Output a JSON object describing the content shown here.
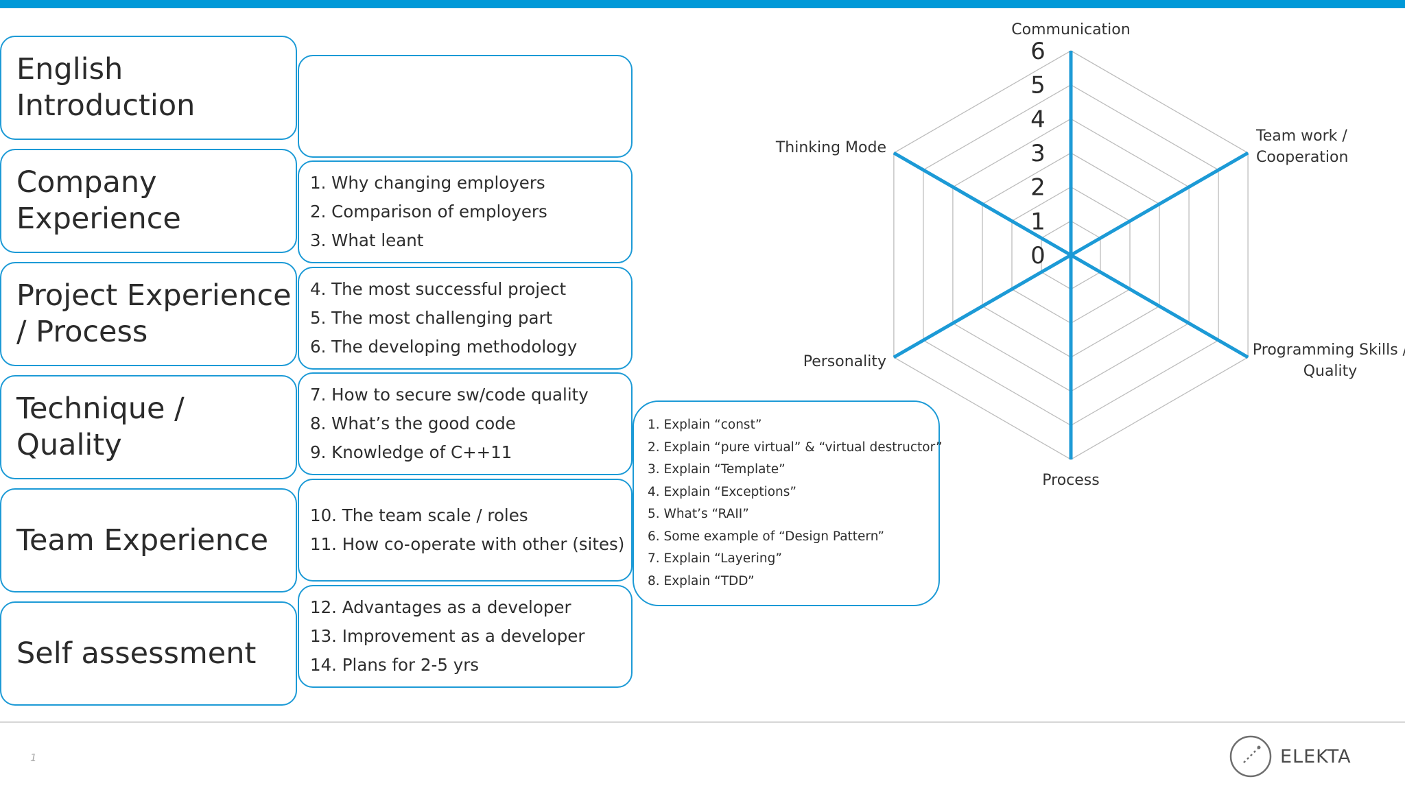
{
  "categories": [
    {
      "label": "English\nIntroduction",
      "items": []
    },
    {
      "label": "Company\nExperience",
      "items": [
        "1. Why changing employers",
        "2. Comparison of employers",
        "3. What leant"
      ]
    },
    {
      "label": "Project Experience\n/ Process",
      "items": [
        "4. The most successful project",
        "5. The most challenging part",
        "6. The developing methodology"
      ]
    },
    {
      "label": "Technique / Quality",
      "items": [
        "7. How to secure sw/code quality",
        "8. What’s the good code",
        "9. Knowledge of C++11"
      ]
    },
    {
      "label": "Team Experience",
      "items": [
        "10. The team scale / roles",
        "11. How co-operate with other (sites)"
      ]
    },
    {
      "label": "Self assessment",
      "items": [
        "12. Advantages as a developer",
        "13. Improvement as a developer",
        "14. Plans for 2-5 yrs"
      ]
    }
  ],
  "technique_details": [
    "1. Explain “const”",
    "2. Explain “pure virtual” & “virtual destructor”",
    "3. Explain “Template”",
    "4. Explain “Exceptions”",
    "5. What’s “RAII”",
    "6. Some example of “Design Pattern”",
    "7. Explain “Layering”",
    "8. Explain “TDD”"
  ],
  "chart_data": {
    "type": "radar",
    "axes": [
      "Communication",
      "Team work /\nCooperation",
      "Programming Skills /\nQuality",
      "Process",
      "Personality",
      "Thinking Mode"
    ],
    "scale_labels": [
      "0",
      "1",
      "2",
      "3",
      "4",
      "5",
      "6"
    ],
    "range": [
      0,
      6
    ],
    "grid_levels": 6,
    "series": [
      {
        "values": [
          6,
          6,
          6,
          6,
          6,
          6
        ]
      }
    ],
    "accent_color": "#1c9ad6",
    "grid_color": "#bdbdbd"
  },
  "footer": {
    "page_number": "1",
    "logo_text": "ELEKTA"
  },
  "colors": {
    "accent": "#0099d8",
    "box_border": "#1c9ad6"
  }
}
